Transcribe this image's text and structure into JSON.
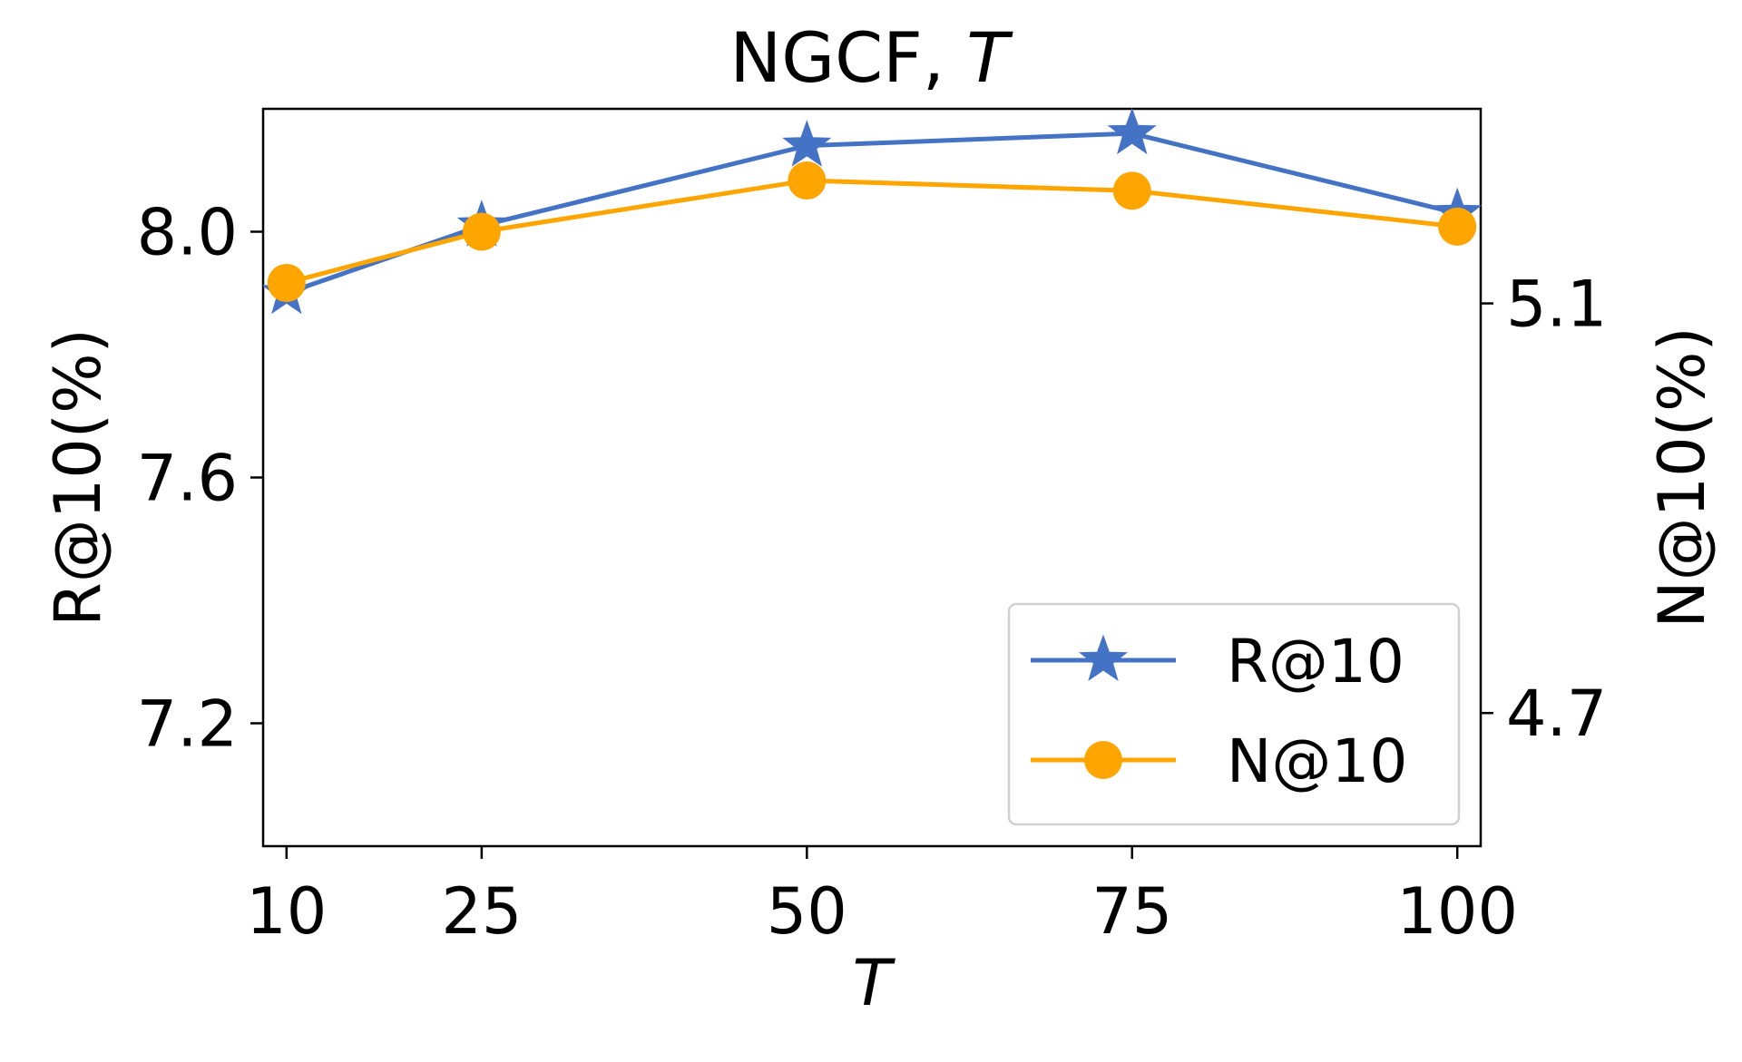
{
  "chart_data": {
    "type": "line",
    "title": {
      "prefix": "NGCF, ",
      "italic": "T"
    },
    "xlabel": "T",
    "ylabel_left": "R@10(%)",
    "ylabel_right": "N@10(%)",
    "x": [
      10,
      25,
      50,
      75,
      100
    ],
    "x_tick_labels": [
      "10",
      "25",
      "50",
      "75",
      "100"
    ],
    "left_axis": {
      "ylim": [
        7.0,
        8.2
      ],
      "ticks": [
        7.2,
        7.6,
        8.0
      ],
      "tick_labels": [
        "7.2",
        "7.6",
        "8.0"
      ]
    },
    "right_axis": {
      "ylim": [
        4.57,
        5.29
      ],
      "ticks": [
        4.7,
        5.1
      ],
      "tick_labels": [
        "4.7",
        "5.1"
      ]
    },
    "series": [
      {
        "name": "R@10",
        "axis": "left",
        "marker": "star",
        "color": "#4472C4",
        "values": [
          7.9,
          8.01,
          8.14,
          8.16,
          8.03
        ]
      },
      {
        "name": "N@10",
        "axis": "right",
        "marker": "circle",
        "color": "#FFA500",
        "values": [
          5.12,
          5.17,
          5.22,
          5.21,
          5.175
        ]
      }
    ],
    "legend": {
      "position": "lower-right",
      "entries": [
        "R@10",
        "N@10"
      ]
    },
    "grid": false
  }
}
